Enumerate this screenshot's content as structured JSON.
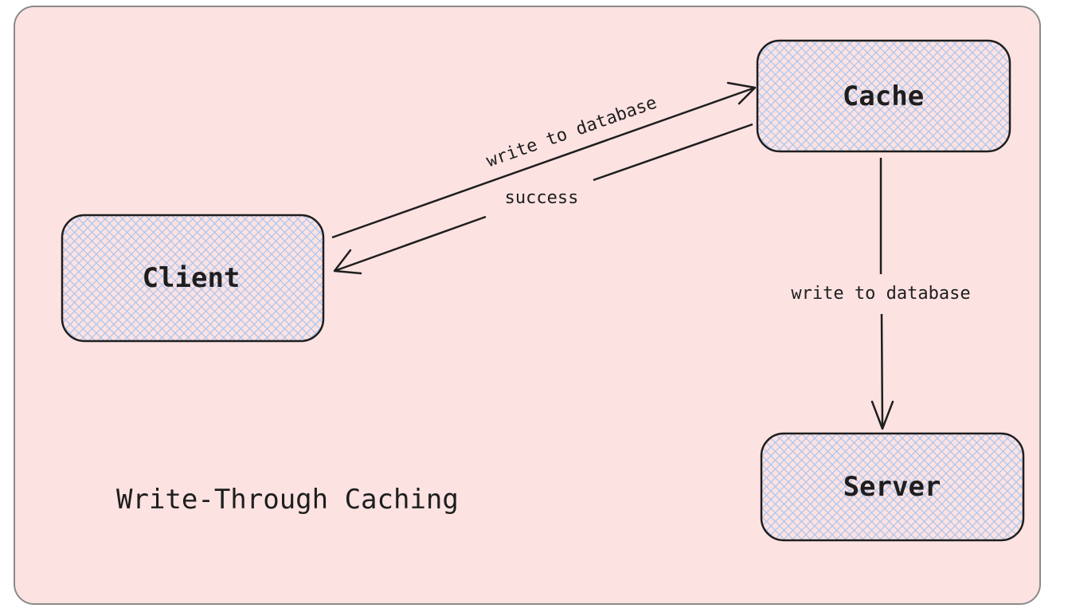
{
  "diagram": {
    "title": "Write-Through Caching",
    "nodes": {
      "client": {
        "label": "Client"
      },
      "cache": {
        "label": "Cache"
      },
      "server": {
        "label": "Server"
      }
    },
    "edges": {
      "client_to_cache": {
        "label": "write to database"
      },
      "cache_to_client": {
        "label": "success"
      },
      "cache_to_server": {
        "label": "write to database"
      }
    }
  },
  "colors": {
    "background": "#fde2e2",
    "frame_border": "#8a8a8a",
    "node_fill": "#fde2e2",
    "node_hatch": "#a9c5ef",
    "stroke": "#1e1e1e"
  }
}
